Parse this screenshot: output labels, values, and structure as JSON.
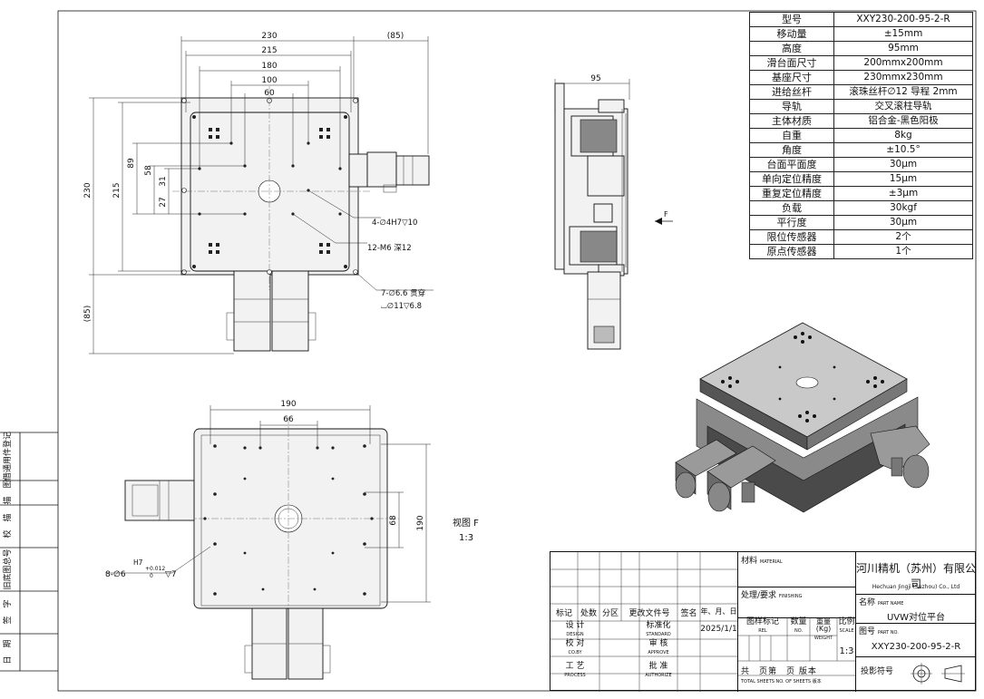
{
  "specs": [
    {
      "label": "型号",
      "value": "XXY230-200-95-2-R"
    },
    {
      "label": "移动量",
      "value": "±15mm"
    },
    {
      "label": "高度",
      "value": "95mm"
    },
    {
      "label": "滑台面尺寸",
      "value": "200mmx200mm"
    },
    {
      "label": "基座尺寸",
      "value": "230mmx230mm"
    },
    {
      "label": "进给丝杆",
      "value": "滚珠丝杆∅12 导程 2mm"
    },
    {
      "label": "导轨",
      "value": "交叉滚柱导轨"
    },
    {
      "label": "主体材质",
      "value": "铝合金-黑色阳极"
    },
    {
      "label": "自重",
      "value": "8kg"
    },
    {
      "label": "角度",
      "value": "±10.5°"
    },
    {
      "label": "台面平面度",
      "value": "30μm"
    },
    {
      "label": "单向定位精度",
      "value": "15μm"
    },
    {
      "label": "重复定位精度",
      "value": "±3μm"
    },
    {
      "label": "负载",
      "value": "30kgf"
    },
    {
      "label": "平行度",
      "value": "30μm"
    },
    {
      "label": "限位传感器",
      "value": "2个"
    },
    {
      "label": "原点传感器",
      "value": "1个"
    }
  ],
  "front_view": {
    "dim_230": "230",
    "dim_85_top": "(85)",
    "dim_215": "215",
    "dim_180": "180",
    "dim_100": "100",
    "dim_60": "60",
    "dim_230_left": "230",
    "dim_215_left": "215",
    "dim_89": "89",
    "dim_58": "58",
    "dim_31": "31",
    "dim_27": "27",
    "dim_85_left": "(85)",
    "note_4h7": "4-∅4H7▽10",
    "note_m6": "12-M6 深12",
    "note_thru": "7-∅6.6 贯穿",
    "note_cbore": "⌴∅11▽6.8"
  },
  "side_view": {
    "dim_95": "95",
    "arrow_label": "F"
  },
  "bottom_view": {
    "dim_190": "190",
    "dim_66": "66",
    "dim_68": "68",
    "dim_190_right": "190",
    "note_h7_prefix": "8-∅6",
    "note_h7_tol": "H7",
    "note_h7_upper": "+0.012",
    "note_h7_lower": "0",
    "note_h7_depth": "▽7",
    "view_label": "视图 F",
    "view_scale": "1:3"
  },
  "side_strip": [
    "借通用件登记",
    "描　图",
    "校　描",
    "旧底图总号",
    "签　字",
    "日　期"
  ],
  "title_block": {
    "company": "河川精机（苏州）有限公司",
    "company_en": "Hechuan Jingji (Suzhou) Co., Ltd",
    "material_label": "材料",
    "material_en": "MATERIAL",
    "finish_label": "处理/要求",
    "finish_en": "FINISHING",
    "name_label": "名称",
    "name_en": "PART NAME",
    "name": "UVW对位平台",
    "drawing_no_label": "图号",
    "drawing_no_en": "PART NO.",
    "drawing_no": "XXY230-200-95-2-R",
    "projection_label": "投影符号",
    "scale": "1:3",
    "date": "2025/1/1",
    "rev_headers": [
      "标记",
      "处数",
      "分区",
      "更改文件号",
      "签名",
      "年、月、日"
    ],
    "rows": [
      {
        "label": "设 计",
        "en": "DESIGN",
        "label2": "标准化",
        "en2": "STANDARD"
      },
      {
        "label": "校 对",
        "en": "CO.BY",
        "label2": "审 核",
        "en2": "APPROVE"
      },
      {
        "label": "工 艺",
        "en": "PROCESS",
        "label2": "批 准",
        "en2": "AUTHORIZE"
      }
    ],
    "stage_label": "图样标记",
    "stage_en": "REL",
    "qty_label": "数量",
    "qty_en": "NO.",
    "weight_label": "重量(Kg)",
    "weight_en": "WEIGHT",
    "scale_label": "比例",
    "scale_en": "SCALE",
    "sheets_text": "共　页第　页 版本",
    "sheets_en": "TOTAL SHEETS NO. OF SHEETS 版本"
  }
}
